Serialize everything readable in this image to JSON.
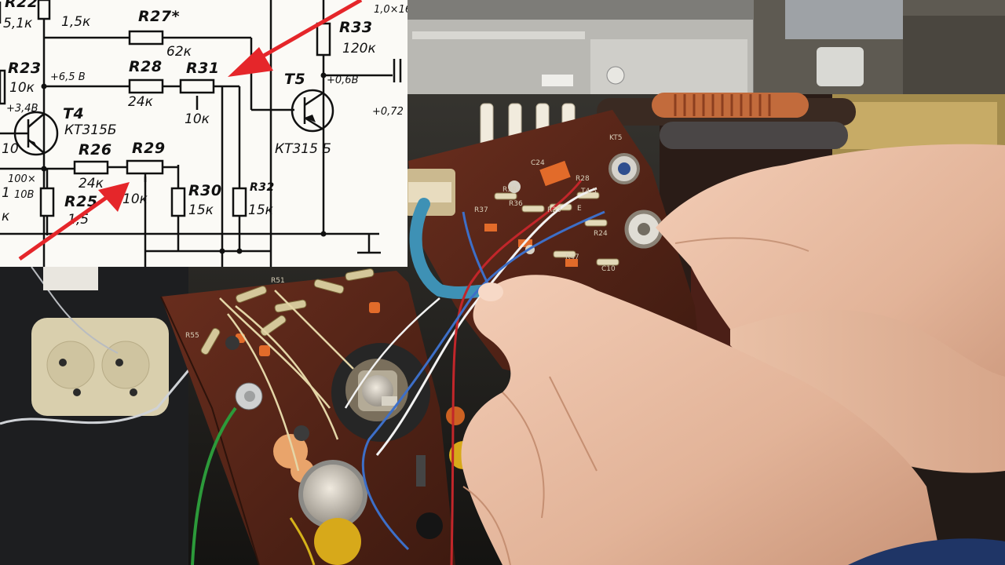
{
  "schematic": {
    "labels": {
      "r22": "R22",
      "r22_val": "5,1к",
      "r24_val": "1,5к",
      "r27": "R27*",
      "r27_val": "62к",
      "r33": "R33",
      "r33_val": "120к",
      "cap_top": "1,0×16",
      "r23": "R23",
      "r23_val": "10к",
      "v_r23": "+3,4В",
      "t4": "T4",
      "t4_type": "КТ315Б",
      "v_t4": "+6,5 В",
      "r28": "R28",
      "r28_val": "24к",
      "r31": "R31",
      "r31_val": "10к",
      "t5": "T5",
      "t5_type": "КТ315 Б",
      "v_t5": "+0,6В",
      "v_right": "+0,72",
      "r26": "R26",
      "r26_val": "24к",
      "r29": "R29",
      "r29_val": "10к",
      "r30": "R30",
      "r30_val": "15к",
      "r32": "R32",
      "r32_val": "15к",
      "c_val": "100×",
      "c_volt": "10В",
      "r25": "R25",
      "r25_val": "1,5",
      "frag_10": "10",
      "frag_k": "к",
      "frag_1": "1"
    }
  },
  "photo": {
    "board_labels": {
      "c24": "C24",
      "r38": "R38",
      "r36": "R36",
      "r37": "R37",
      "r23": "R23",
      "r28": "R28",
      "kt5": "KT5",
      "e43": "Е",
      "t43": "T4.3",
      "r51": "R51",
      "r55": "R55",
      "r47": "R47",
      "c10": "C10",
      "r24": "R24"
    }
  }
}
